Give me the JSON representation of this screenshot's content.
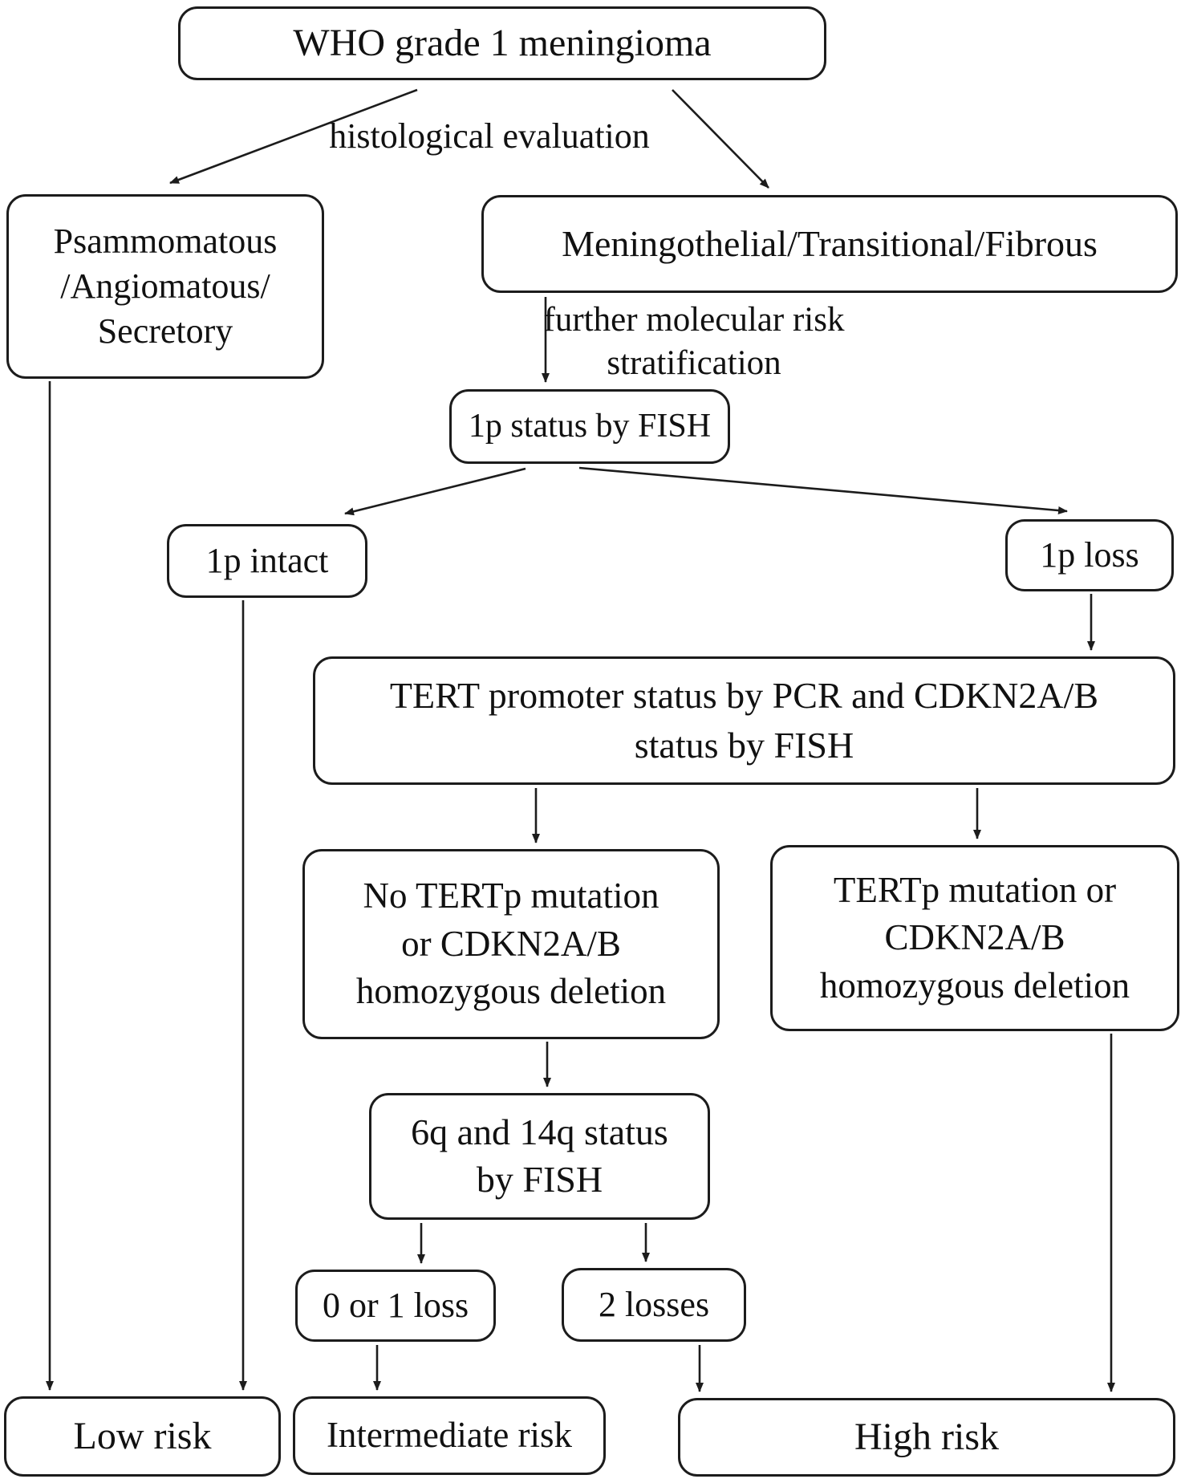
{
  "diagram": {
    "title": "WHO grade 1 meningioma molecular risk stratification flowchart",
    "nodes": {
      "who": {
        "label": "WHO grade 1 meningioma"
      },
      "psamm": {
        "lines": [
          "Psammomatous",
          "/Angiomatous/",
          "Secretory"
        ]
      },
      "mening": {
        "label": "Meningothelial/Transitional/Fibrous"
      },
      "fish1p": {
        "label": "1p status by FISH"
      },
      "intact1p": {
        "label": "1p intact"
      },
      "loss1p": {
        "label": "1p loss"
      },
      "tert": {
        "lines": [
          "TERT promoter status by PCR and CDKN2A/B",
          "status by FISH"
        ]
      },
      "no_tertp": {
        "lines": [
          "No TERTp mutation",
          "or CDKN2A/B",
          "homozygous deletion"
        ]
      },
      "tertp_mut": {
        "lines": [
          "TERTp mutation or",
          "CDKN2A/B",
          "homozygous deletion"
        ]
      },
      "fish6q14q": {
        "lines": [
          "6q and 14q status",
          "by FISH"
        ]
      },
      "loss01": {
        "label": "0 or 1 loss"
      },
      "losses2": {
        "label": "2 losses"
      },
      "low": {
        "label": "Low risk"
      },
      "intermediate": {
        "label": "Intermediate risk"
      },
      "high": {
        "label": "High risk"
      }
    },
    "edge_labels": {
      "histological": "histological evaluation",
      "molecular_line1": "further molecular risk",
      "molecular_line2": "stratification"
    },
    "colors": {
      "line": "#1c1c1c",
      "border": "#1c1c1c",
      "background": "#ffffff",
      "text": "#111111"
    }
  }
}
